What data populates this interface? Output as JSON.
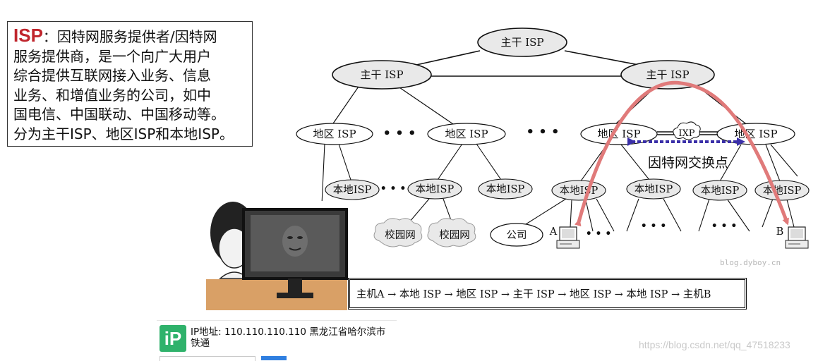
{
  "definition": {
    "term": "ISP",
    "separator": "：",
    "line1": "因特网服务提供者/因特网",
    "line2": "服务提供商，是一个向广大用户",
    "line3": "综合提供互联网接入业务、信息",
    "line4": "业务、和增值业务的公司，如中",
    "line5": "国电信、中国联动、中国移动等。",
    "line6": "分为主干ISP、地区ISP和本地ISP。"
  },
  "diagram": {
    "top_backbone": "主干 ISP",
    "backbone_left": "主干 ISP",
    "backbone_right": "主干 ISP",
    "region1": "地区 ISP",
    "region2": "地区 ISP",
    "region3": "地区 ISP",
    "region4": "地区 ISP",
    "ixp": "IXP",
    "ixp_caption": "因特网交换点",
    "local1": "本地ISP",
    "local2": "本地ISP",
    "local3": "本地ISP",
    "local4": "本地ISP",
    "local5": "本地ISP",
    "local6": "本地ISP",
    "local7": "本地ISP",
    "campus1": "校园网",
    "campus2": "校园网",
    "company": "公司",
    "host_a": "A",
    "host_b": "B",
    "dots": "• • •",
    "dots_small": "• •",
    "dots_host": "• • •",
    "colors": {
      "arrow": "#e07a7a",
      "ixp_arrow": "#3a2fa8",
      "ellipse_fill": "#e9e9e9"
    }
  },
  "path_text": "主机A → 本地 ISP → 地区 ISP → 主干 ISP → 地区 ISP → 本地 ISP → 主机B",
  "watermark_small": "blog.dyboy.cn",
  "watermark_csdn": "https://blog.csdn.net/qq_47518233",
  "ip_widget": {
    "logo": "iP",
    "text": "IP地址: 110.110.110.110  黑龙江省哈尔滨市 铁通"
  }
}
